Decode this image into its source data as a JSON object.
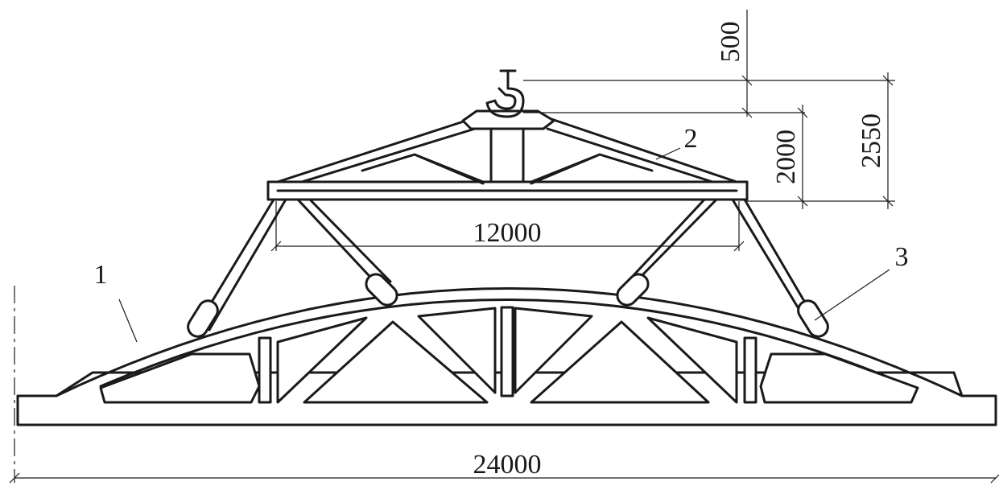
{
  "dimensions": {
    "hook_gap": "500",
    "spreader_height": "2000",
    "total_height": "2550",
    "spreader_span": "12000",
    "truss_span": "24000"
  },
  "callouts": {
    "truss": "1",
    "spreader": "2",
    "sling": "3"
  }
}
